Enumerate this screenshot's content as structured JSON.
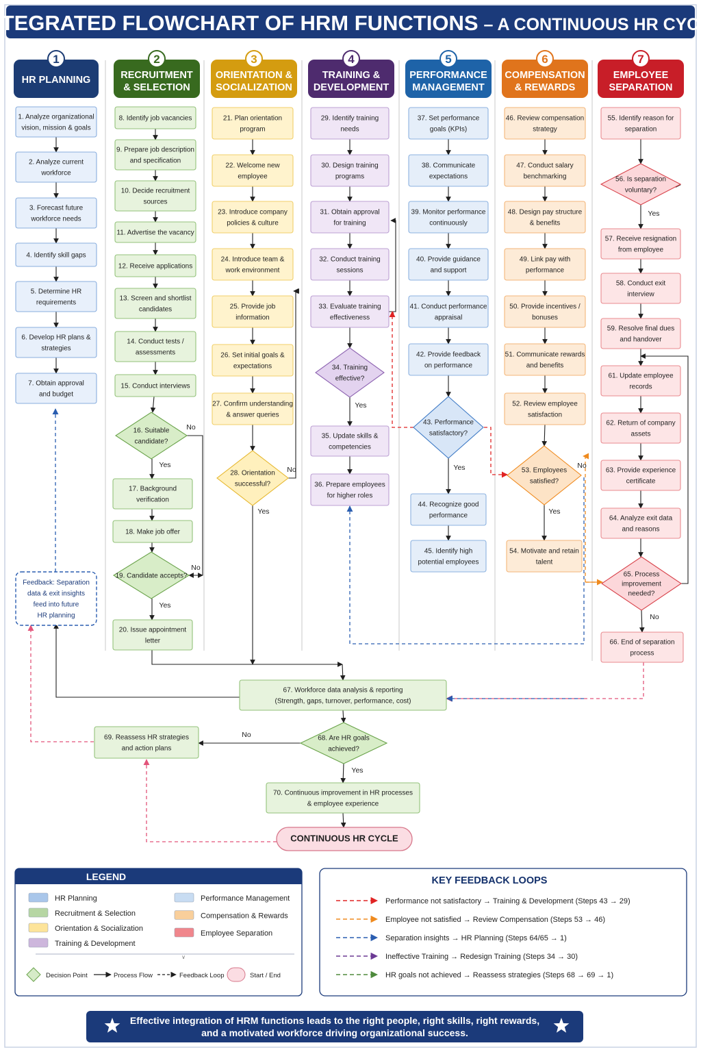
{
  "title": {
    "main": "INTEGRATED FLOWCHART OF HRM FUNCTIONS",
    "sub": "– A CONTINUOUS HR CYCLE"
  },
  "columns": [
    {
      "num": "1",
      "title": [
        "HR PLANNING"
      ],
      "color": "#1c3c74"
    },
    {
      "num": "2",
      "title": [
        "RECRUITMENT",
        "& SELECTION"
      ],
      "color": "#386a1f"
    },
    {
      "num": "3",
      "title": [
        "ORIENTATION &",
        "SOCIALIZATION"
      ],
      "color": "#d49c10"
    },
    {
      "num": "4",
      "title": [
        "TRAINING &",
        "DEVELOPMENT"
      ],
      "color": "#4e2b6e"
    },
    {
      "num": "5",
      "title": [
        "PERFORMANCE",
        "MANAGEMENT"
      ],
      "color": "#1e63a8"
    },
    {
      "num": "6",
      "title": [
        "COMPENSATION",
        "& REWARDS"
      ],
      "color": "#e0741c"
    },
    {
      "num": "7",
      "title": [
        "EMPLOYEE",
        "SEPARATION"
      ],
      "color": "#c81e28"
    }
  ],
  "steps": {
    "s1": [
      "1. Analyze organizational",
      "vision, mission & goals"
    ],
    "s2": [
      "2. Analyze current",
      "workforce"
    ],
    "s3": [
      "3. Forecast future",
      "workforce needs"
    ],
    "s4": [
      "4. Identify skill gaps"
    ],
    "s5": [
      "5. Determine HR",
      "requirements"
    ],
    "s6": [
      "6. Develop HR plans &",
      "strategies"
    ],
    "s7": [
      "7. Obtain approval",
      "and budget"
    ],
    "s8": [
      "8. Identify job vacancies"
    ],
    "s9": [
      "9. Prepare job description",
      "and specification"
    ],
    "s10": [
      "10. Decide recruitment",
      "sources"
    ],
    "s11": [
      "11. Advertise the vacancy"
    ],
    "s12": [
      "12. Receive applications"
    ],
    "s13": [
      "13. Screen and shortlist",
      "candidates"
    ],
    "s14": [
      "14. Conduct tests /",
      "assessments"
    ],
    "s15": [
      "15. Conduct interviews"
    ],
    "s16": [
      "16. Suitable",
      "candidate?"
    ],
    "s17": [
      "17. Background",
      "verification"
    ],
    "s18": [
      "18. Make job offer"
    ],
    "s19": [
      "19. Candidate accepts?"
    ],
    "s20": [
      "20. Issue appointment",
      "letter"
    ],
    "s21": [
      "21. Plan orientation",
      "program"
    ],
    "s22": [
      "22. Welcome new",
      "employee"
    ],
    "s23": [
      "23. Introduce company",
      "policies & culture"
    ],
    "s24": [
      "24. Introduce team &",
      "work environment"
    ],
    "s25": [
      "25. Provide job",
      "information"
    ],
    "s26": [
      "26. Set initial goals &",
      "expectations"
    ],
    "s27": [
      "27. Confirm understanding",
      "& answer queries"
    ],
    "s28": [
      "28. Orientation",
      "successful?"
    ],
    "s29": [
      "29. Identify training",
      "needs"
    ],
    "s30": [
      "30. Design training",
      "programs"
    ],
    "s31": [
      "31. Obtain approval",
      "for training"
    ],
    "s32": [
      "32. Conduct training",
      "sessions"
    ],
    "s33": [
      "33. Evaluate training",
      "effectiveness"
    ],
    "s34": [
      "34. Training",
      "effective?"
    ],
    "s35": [
      "35. Update skills &",
      "competencies"
    ],
    "s36": [
      "36. Prepare employees",
      "for higher roles"
    ],
    "s37": [
      "37. Set performance",
      "goals (KPIs)"
    ],
    "s38": [
      "38. Communicate",
      "expectations"
    ],
    "s39": [
      "39. Monitor performance",
      "continuously"
    ],
    "s40": [
      "40. Provide guidance",
      "and support"
    ],
    "s41": [
      "41. Conduct performance",
      "appraisal"
    ],
    "s42": [
      "42. Provide feedback",
      "on performance"
    ],
    "s43": [
      "43. Performance",
      "satisfactory?"
    ],
    "s44": [
      "44. Recognize good",
      "performance"
    ],
    "s45": [
      "45. Identify high",
      "potential employees"
    ],
    "s46": [
      "46. Review compensation",
      "strategy"
    ],
    "s47": [
      "47. Conduct salary",
      "benchmarking"
    ],
    "s48": [
      "48. Design pay structure",
      "& benefits"
    ],
    "s49": [
      "49. Link pay with",
      "performance"
    ],
    "s50": [
      "50. Provide incentives /",
      "bonuses"
    ],
    "s51": [
      "51. Communicate rewards",
      "and benefits"
    ],
    "s52": [
      "52. Review employee",
      "satisfaction"
    ],
    "s53": [
      "53. Employees",
      "satisfied?"
    ],
    "s54": [
      "54. Motivate and retain",
      "talent"
    ],
    "s55": [
      "55. Identify reason for",
      "separation"
    ],
    "s56": [
      "56. Is separation",
      "voluntary?"
    ],
    "s57": [
      "57. Receive resignation",
      "from employee"
    ],
    "s58": [
      "58. Conduct exit",
      "interview"
    ],
    "s59": [
      "59. Resolve final dues",
      "and handover"
    ],
    "s61": [
      "61. Update employee",
      "records"
    ],
    "s62": [
      "62. Return of company",
      "assets"
    ],
    "s63": [
      "63. Provide experience",
      "certificate"
    ],
    "s64": [
      "64. Analyze exit data",
      "and reasons"
    ],
    "s65": [
      "65. Process",
      "improvement",
      "needed?"
    ],
    "s66": [
      "66. End of separation",
      "process"
    ],
    "s67": [
      "67. Workforce data analysis & reporting",
      "(Strength, gaps, turnover, performance, cost)"
    ],
    "s68": [
      "68. Are HR goals",
      "achieved?"
    ],
    "s69": [
      "69. Reassess HR strategies",
      "and action plans"
    ],
    "s70": [
      "70. Continuous improvement in HR processes",
      "& employee experience"
    ],
    "fb": [
      "Feedback: Separation",
      "data & exit insights",
      "feed into future",
      "HR planning"
    ],
    "cycle": [
      "CONTINUOUS HR CYCLE"
    ]
  },
  "flow_labels": {
    "yes": "Yes",
    "no": "No"
  },
  "legend": {
    "title": "LEGEND",
    "items": [
      {
        "label": "HR Planning",
        "color": "#a9c6ea"
      },
      {
        "label": "Recruitment & Selection",
        "color": "#b6d6a3"
      },
      {
        "label": "Orientation & Socialization",
        "color": "#fde49a"
      },
      {
        "label": "Training & Development",
        "color": "#cdb6dc"
      },
      {
        "label": "Performance Management",
        "color": "#c8dcf2"
      },
      {
        "label": "Compensation & Rewards",
        "color": "#f9cf9b"
      },
      {
        "label": "Employee Separation",
        "color": "#f0868c"
      }
    ],
    "symbols": {
      "decision": "Decision Point",
      "process": "Process Flow",
      "feedback": "Feedback Loop",
      "startend": "Start / End"
    }
  },
  "key_loops": {
    "title": "KEY FEEDBACK LOOPS",
    "items": [
      {
        "text": "Performance not satisfactory → Training & Development (Steps 43 → 29)",
        "color": "#e02424"
      },
      {
        "text": "Employee not satisfied → Review Compensation (Steps 53 → 46)",
        "color": "#ef8a1e"
      },
      {
        "text": "Separation insights → HR Planning (Steps 64/65 → 1)",
        "color": "#2a5db0"
      },
      {
        "text": "Ineffective Training → Redesign Training (Steps 34 → 30)",
        "color": "#6b3a94"
      },
      {
        "text": "HR goals not achieved → Reassess strategies (Steps 68 → 69 → 1)",
        "color": "#4e8a3c"
      }
    ]
  },
  "footer": [
    "Effective integration of HRM functions leads to the right people, right skills, right rewards,",
    "and a motivated workforce driving organizational success."
  ]
}
